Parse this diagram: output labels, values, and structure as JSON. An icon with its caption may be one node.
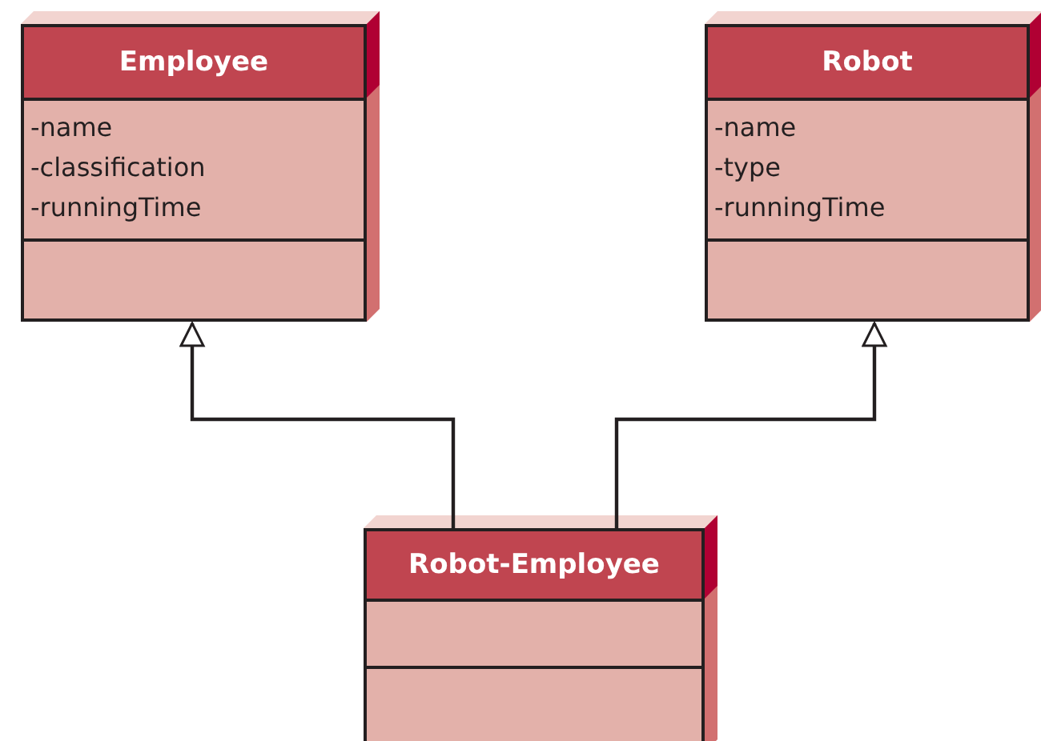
{
  "diagram": {
    "nodes": [
      {
        "text": [
          "Employee",
          "-name",
          "-classification",
          "-runningTime"
        ]
      },
      {
        "text": [
          "Robot",
          "-name",
          "-type",
          "-runningTime"
        ]
      },
      {
        "text": [
          "Robot-Employee"
        ]
      }
    ],
    "edges": [
      {
        "from": 2,
        "to": 0,
        "arrow": "to"
      },
      {
        "from": 2,
        "to": 1,
        "arrow": "to"
      }
    ]
  }
}
